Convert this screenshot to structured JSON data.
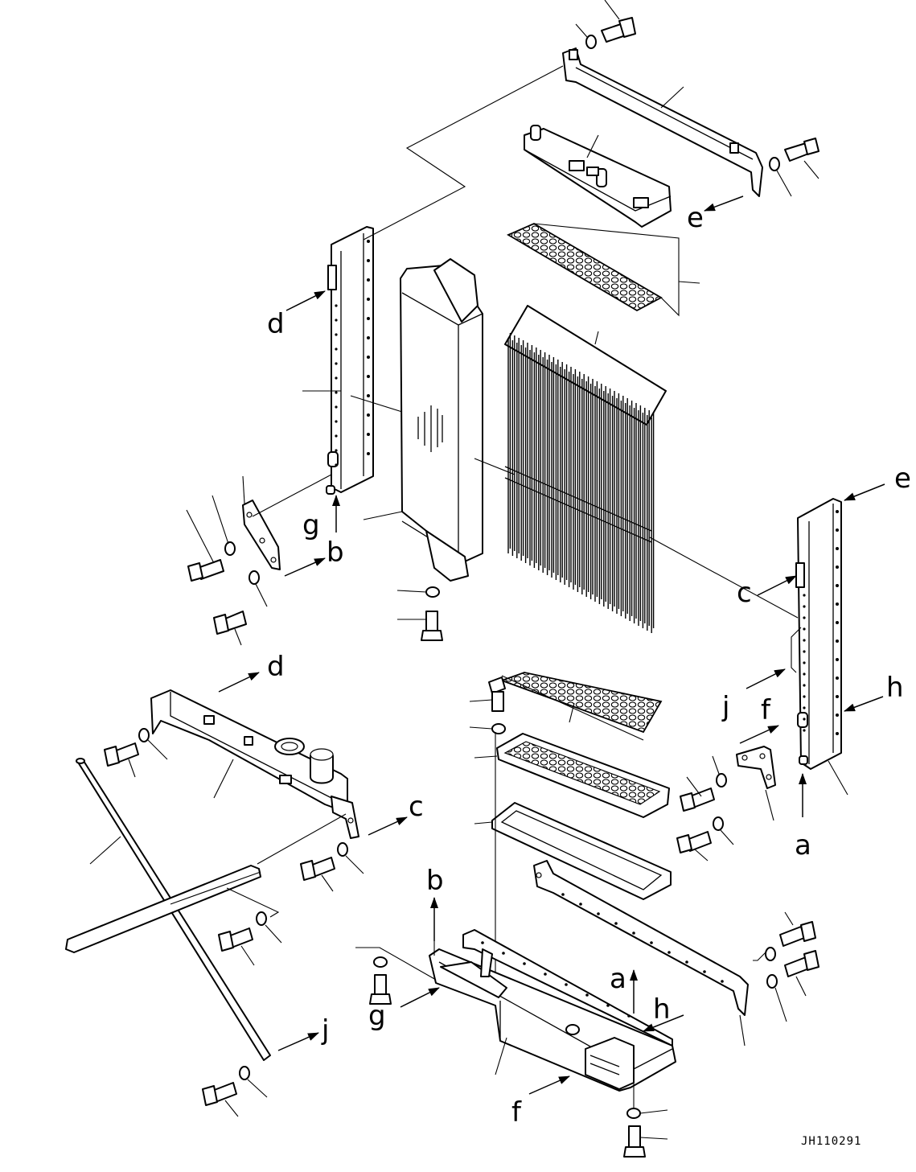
{
  "diagram": {
    "drawing_code": "JH110291",
    "callouts": {
      "a_right_post": "a",
      "a_base_frame": "a",
      "b_left_post": "b",
      "b_base_frame": "b",
      "c_right_post": "c",
      "c_left_beam": "c",
      "d_left_post": "d",
      "d_left_beam": "d",
      "e_top_bar": "e",
      "e_right_post": "e",
      "f_right_bracket": "f",
      "f_base_frame": "f",
      "g_left_bracket": "g",
      "g_base_frame": "g",
      "h_right_post": "h",
      "h_base_frame": "h",
      "j_right_post": "j",
      "j_tie_rod": "j"
    }
  }
}
